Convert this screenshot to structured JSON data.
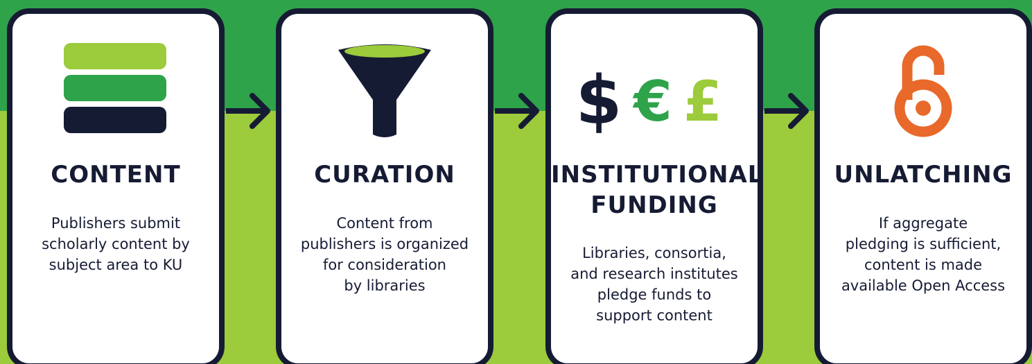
{
  "colors": {
    "dark_navy": "#161b34",
    "dark_green": "#2ea34a",
    "light_green": "#9ccb3b",
    "orange": "#e8692a",
    "white": "#ffffff"
  },
  "steps": [
    {
      "icon": "stacked-bars-icon",
      "title": "CONTENT",
      "description_lines": [
        "Publishers submit",
        "scholarly content by",
        "subject area to KU"
      ]
    },
    {
      "icon": "funnel-icon",
      "title": "CURATION",
      "description_lines": [
        "Content from",
        "publishers is organized",
        "for consideration",
        "by libraries"
      ]
    },
    {
      "icon": "currency-icon",
      "icon_symbols": [
        "$",
        "€",
        "£"
      ],
      "title_lines": [
        "INSTITUTIONAL",
        "FUNDING"
      ],
      "description_lines": [
        "Libraries, consortia,",
        "and research institutes",
        "pledge funds to",
        "support content"
      ]
    },
    {
      "icon": "open-access-lock-icon",
      "title": "UNLATCHING",
      "description_lines": [
        "If aggregate",
        "pledging is sufficient,",
        "content is made",
        "available Open Access"
      ]
    }
  ]
}
